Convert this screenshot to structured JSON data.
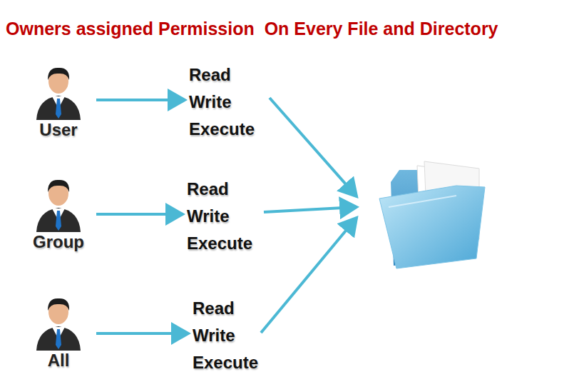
{
  "diagram": {
    "title": "Owners assigned Permission  On Every File and Directory",
    "nodes": [
      {
        "text": [
          "User"
        ]
      },
      {
        "text": [
          "Read",
          "Write",
          "Execute"
        ]
      },
      {
        "text": [
          "Group"
        ]
      },
      {
        "text": [
          "Read",
          "Write",
          "Execute"
        ]
      },
      {
        "text": [
          "All"
        ]
      },
      {
        "text": [
          "Read",
          "Write",
          "Execute"
        ]
      }
    ],
    "edges": [
      {
        "from": 0,
        "to": 1,
        "arrow": "to"
      },
      {
        "from": 2,
        "to": 3,
        "arrow": "to"
      },
      {
        "from": 4,
        "to": 5,
        "arrow": "to"
      }
    ]
  }
}
